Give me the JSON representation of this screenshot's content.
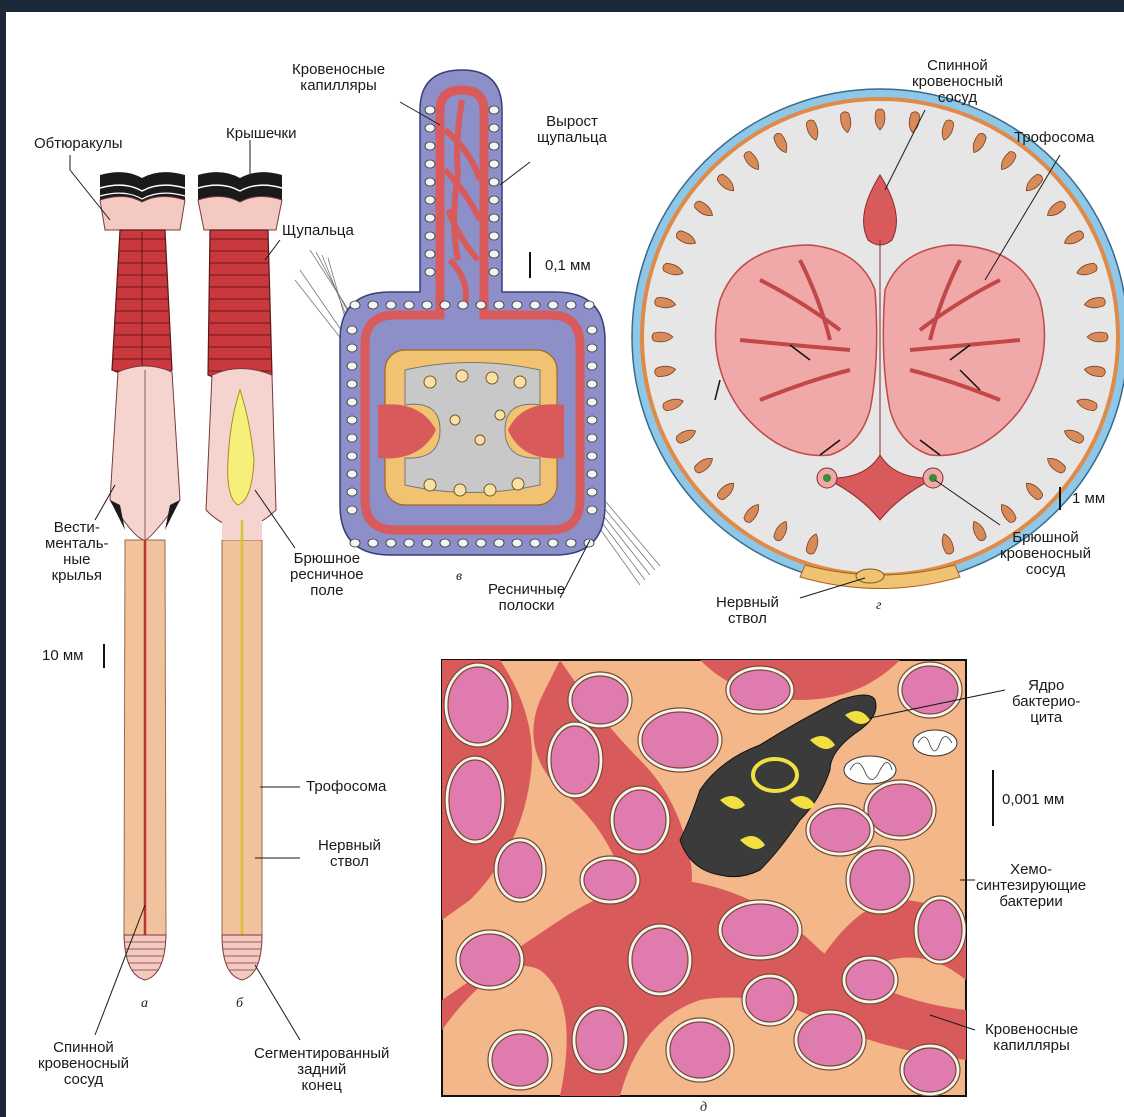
{
  "labels": {
    "obturacula": "Обтюракулы",
    "lids": "Крышечки",
    "tentacles": "Щупальца",
    "vestimental_wings": "Вести-\nменталь-\nные\nкрылья",
    "ventral_ciliary_field": "Брюшное\nресничное\nполе",
    "scale_10mm": "10 мм",
    "trophosome_a": "Трофосома",
    "nerve_cord_a": "Нервный\nствол",
    "dorsal_vessel_a": "Спинной\nкровеносный\nсосуд",
    "segmented_end": "Сегментированный\nзадний\nконец",
    "blood_capillaries_v": "Кровеносные\nкапилляры",
    "tentacle_outgrowth": "Вырост\nщупальца",
    "scale_01mm": "0,1 мм",
    "ciliary_bands": "Ресничные\nполоски",
    "dorsal_vessel_g": "Спинной\nкровеносный\nсосуд",
    "trophosome_g": "Трофосома",
    "scale_1mm": "1 мм",
    "ventral_vessel": "Брюшной\nкровеносный\nсосуд",
    "nerve_cord_g": "Нервный\nствол",
    "bacteriocyte_nucleus": "Ядро\nбактерио-\nцита",
    "scale_0001mm": "0,001 мм",
    "chemo_bacteria": "Хемо-\nсинтезирующие\nбактерии",
    "blood_capillaries_d": "Кровеносные\nкапилляры"
  },
  "panels": {
    "a": "а",
    "b": "б",
    "v": "в",
    "g": "г",
    "d": "д"
  },
  "colors": {
    "plume_red": "#c8383c",
    "vestimentum_pink": "#f5d3cf",
    "trunk_tan": "#f1c39c",
    "blood_red": "#d95a5a",
    "tissue_pink": "#f1a8a8",
    "epidermis_blue": "#8c8fc8",
    "gut_yellow": "#f0c271",
    "bacteria_magenta": "#e07bb0",
    "cyst_fill": "#f3b789",
    "bacteriocyte_dark": "#3b3b3b",
    "nucleus_yellow": "#f0e040"
  }
}
